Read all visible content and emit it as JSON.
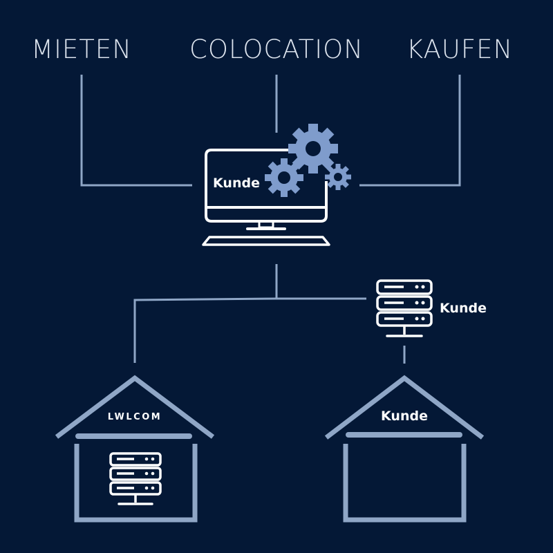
{
  "headings": {
    "rent": "MIETEN",
    "colocation": "COLOCATION",
    "buy": "KAUFEN"
  },
  "labels": {
    "monitor": "Kunde",
    "server_right": "Kunde",
    "house_right": "Kunde",
    "house_left_brand": "LWLCOM"
  },
  "icons": {
    "monitor": "monitor-icon",
    "gears": "gears-icon",
    "server_right": "server-rack-icon",
    "house_left": "house-icon",
    "house_right": "house-icon",
    "server_left": "server-rack-icon"
  },
  "colors": {
    "background": "#041836",
    "line": "#8fa6c6",
    "accent": "#7f9ccc",
    "white": "#ffffff",
    "heading": "#dde4ee"
  }
}
